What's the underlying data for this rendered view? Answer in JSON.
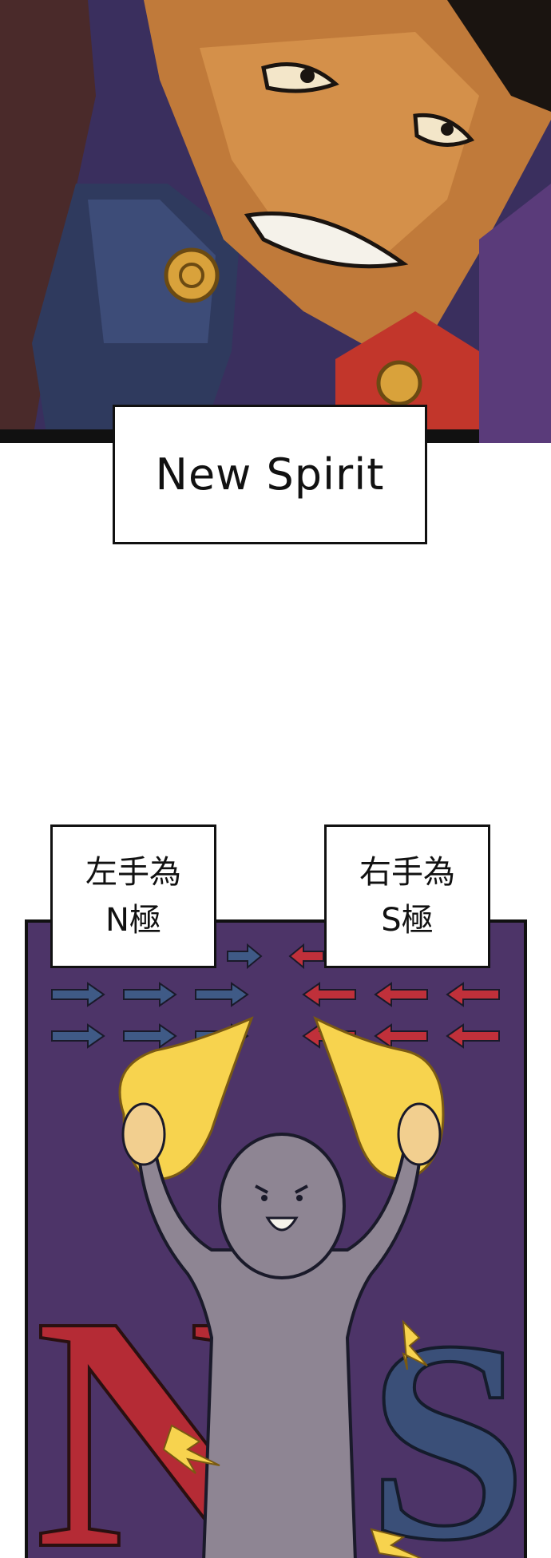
{
  "caption": {
    "text": "New Spirit"
  },
  "labels": {
    "left": {
      "line1": "左手為",
      "line2": "N極"
    },
    "right": {
      "line1": "右手為",
      "line2": "S極"
    }
  },
  "letters": {
    "n": "N",
    "s": "S"
  },
  "colors": {
    "top_background": "#3a2f5e",
    "skin": "#c07a3a",
    "jacket": "#2f3a5e",
    "collar_red": "#c2362b",
    "bottom_background": "#4d3468",
    "arrow_blue": "#3f5a86",
    "arrow_red": "#c0303a",
    "letter_n": "#b52b35",
    "letter_s": "#3a4f78",
    "figure": "#8e8593",
    "flame": "#f7d34e"
  }
}
